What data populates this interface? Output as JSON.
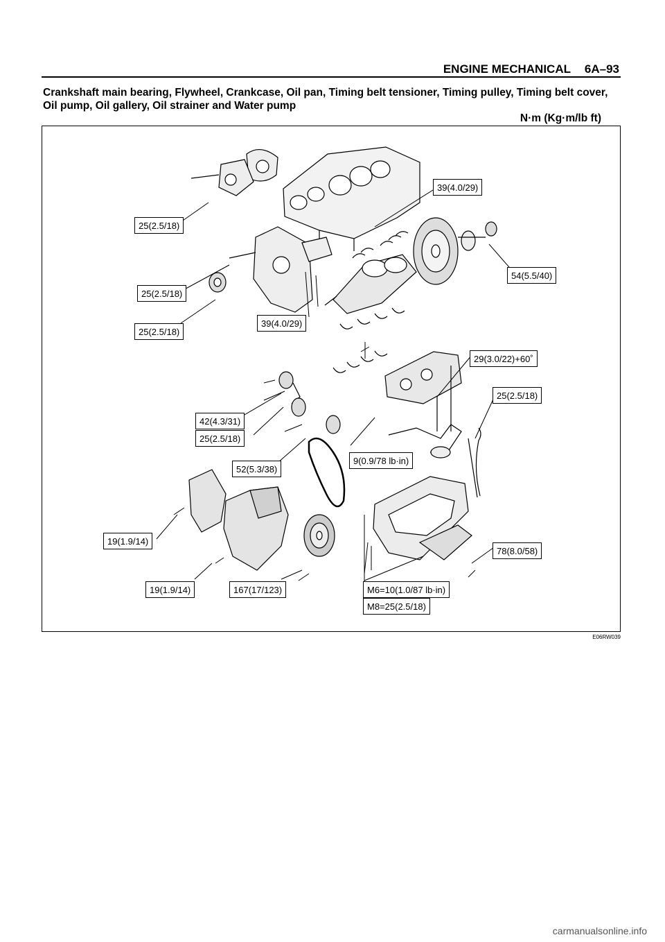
{
  "header": {
    "title": "ENGINE MECHANICAL",
    "page": "6A–93"
  },
  "section": {
    "title": "Crankshaft main bearing, Flywheel, Crankcase, Oil pan, Timing belt tensioner, Timing pulley, Timing belt cover, Oil pump, Oil gallery, Oil strainer and Water pump",
    "units": "N·m (Kg·m/lb ft)"
  },
  "figure": {
    "code": "E06RW039",
    "torque_labels": [
      "39(4.0/29)",
      "25(2.5/18)",
      "54(5.5/40)",
      "25(2.5/18)",
      "25(2.5/18)",
      "39(4.0/29)",
      "29(3.0/22)+60˚",
      "25(2.5/18)",
      "42(4.3/31)",
      "25(2.5/18)",
      "52(5.3/38)",
      "9(0.9/78 lb·in)",
      "19(1.9/14)",
      "78(8.0/58)",
      "19(1.9/14)",
      "167(17/123)",
      "M6=10(1.0/87 lb·in)",
      "M8=25(2.5/18)"
    ]
  },
  "footer": {
    "watermark": "carmanualsonline.info"
  }
}
